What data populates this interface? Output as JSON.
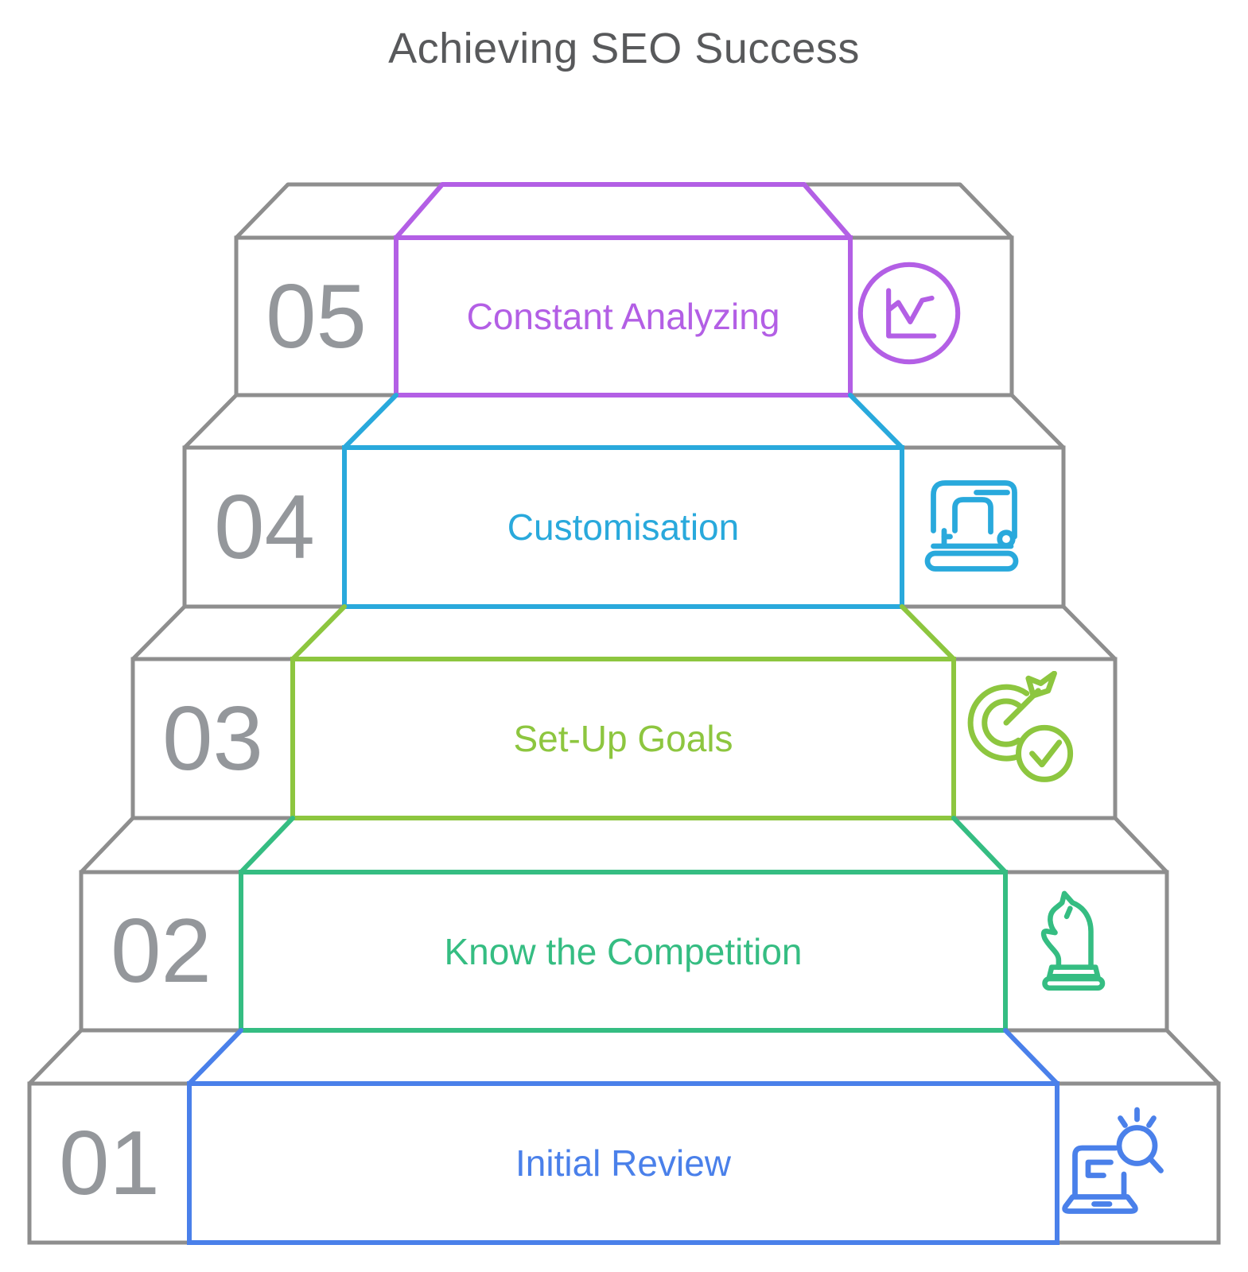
{
  "title": "Achieving SEO Success",
  "theme": {
    "background": "#ffffff",
    "line": "#8e8e8e",
    "number": "#94979b",
    "title_color": "#58595b"
  },
  "steps": [
    {
      "number": "05",
      "label": "Constant Analyzing",
      "color": "#b35fe5",
      "icon": "line-chart-icon"
    },
    {
      "number": "04",
      "label": "Customisation",
      "color": "#29a9dc",
      "icon": "sewing-machine-icon"
    },
    {
      "number": "03",
      "label": "Set-Up Goals",
      "color": "#8dc63f",
      "icon": "target-arrow-check-icon"
    },
    {
      "number": "02",
      "label": "Know the Competition",
      "color": "#35bd82",
      "icon": "chess-knight-icon"
    },
    {
      "number": "01",
      "label": "Initial Review",
      "color": "#4a80ea",
      "icon": "laptop-search-icon"
    }
  ]
}
